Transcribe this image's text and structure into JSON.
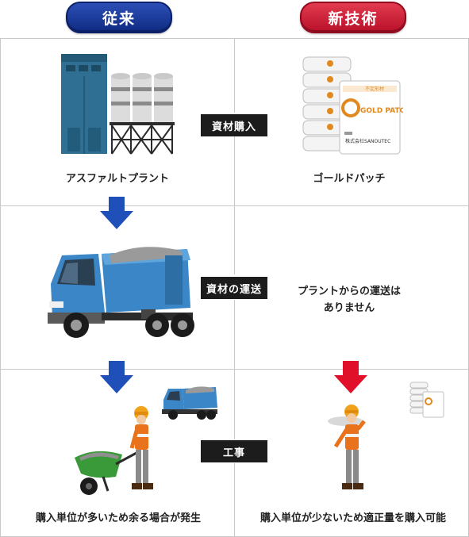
{
  "headers": {
    "conventional": "従来",
    "new_technology": "新技術"
  },
  "rows": [
    {
      "tag": "資材購入",
      "conventional_caption": "アスファルトプラント",
      "new_caption": "ゴールドパッチ"
    },
    {
      "tag": "資材の運送",
      "new_note_line1": "プラントからの運送は",
      "new_note_line2": "ありません"
    },
    {
      "tag": "工事",
      "conventional_caption": "購入単位が多いため余る場合が発生",
      "new_caption": "購入単位が少ないため適正量を購入可能"
    }
  ],
  "product": {
    "brand": "GOLD PATCH",
    "label_top": "不定形材",
    "maker": "株式会社SANOUTEC"
  },
  "colors": {
    "conventional_blue": "#1a3a9c",
    "new_red": "#c8102e",
    "arrow_blue": "#1f4fb8",
    "arrow_red": "#e0102a"
  },
  "icons": [
    "asphalt-plant-icon",
    "gold-patch-bags-icon",
    "dump-truck-icon",
    "worker-wheelbarrow-icon",
    "worker-carrying-bag-icon",
    "down-arrow-icon"
  ]
}
